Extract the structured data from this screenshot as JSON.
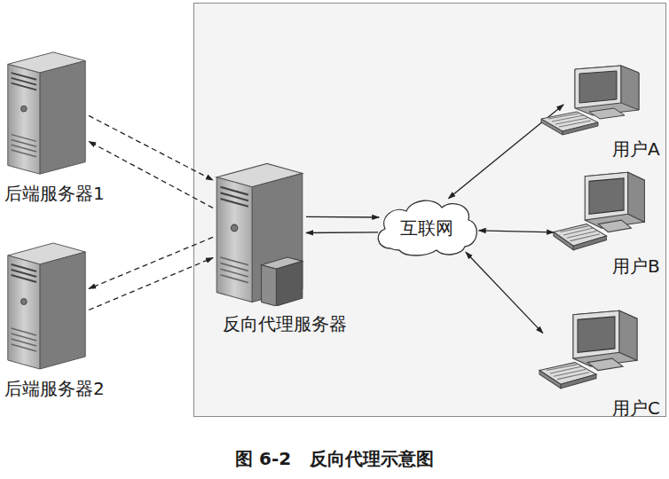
{
  "diagram": {
    "caption": "图 6-2   反向代理示意图",
    "nodes": [
      {
        "text": [
          "后端服务器1"
        ]
      },
      {
        "text": [
          "后端服务器2"
        ]
      },
      {
        "text": [
          "反向代理服务器"
        ]
      },
      {
        "text": [
          "互联网"
        ]
      },
      {
        "text": [
          "用户A"
        ]
      },
      {
        "text": [
          "用户B"
        ]
      },
      {
        "text": [
          "用户C"
        ]
      }
    ],
    "edges": [
      {
        "from": 0,
        "to": 2,
        "arrow": "to"
      },
      {
        "from": 2,
        "to": 0,
        "arrow": "to"
      },
      {
        "from": 2,
        "to": 1,
        "arrow": "to"
      },
      {
        "from": 1,
        "to": 2,
        "arrow": "to"
      },
      {
        "from": 2,
        "to": 3,
        "arrow": "to"
      },
      {
        "from": 3,
        "to": 2,
        "arrow": "to"
      },
      {
        "from": 3,
        "to": 4,
        "arrow": "both"
      },
      {
        "from": 3,
        "to": 5,
        "arrow": "both"
      },
      {
        "from": 3,
        "to": 6,
        "arrow": "both"
      }
    ]
  }
}
